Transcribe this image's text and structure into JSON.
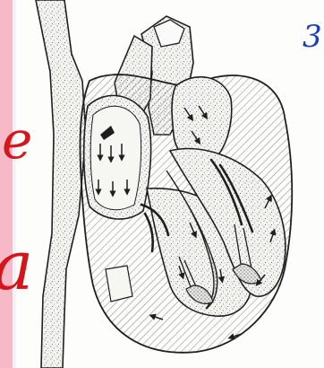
{
  "annotations": {
    "left_top_fragment": "e",
    "left_bottom_fragment": "a",
    "right_top_fragment": "3"
  },
  "colors": {
    "ink": "#1f1f1f",
    "hatch": "#8a8a8a",
    "annotation_red": "#d5151c",
    "annotation_blue": "#1c3fb8",
    "left_strip": "#f7b9c8"
  },
  "diagram": {
    "subject": "heart-cross-section-illustration",
    "flow_arrow_count": 17
  }
}
